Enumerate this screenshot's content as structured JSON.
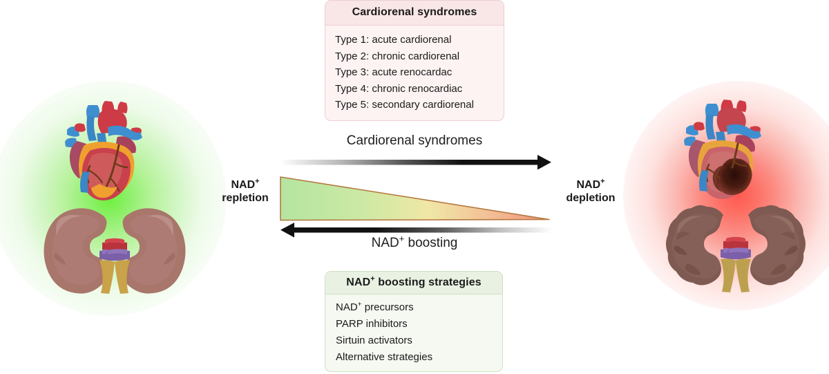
{
  "figure": {
    "title_visible": false,
    "background_color": "#ffffff"
  },
  "syndromes_box": {
    "header": "Cardiorenal syndromes",
    "header_bg": "#f9e6e7",
    "body_bg": "#fdf3f3",
    "border_color": "#eccfd2",
    "items": [
      "Type 1: acute cardiorenal",
      "Type 2: chronic cardiorenal",
      "Type 3: acute renocardac",
      "Type 4: chronic renocardiac",
      "Type 5: secondary cardiorenal"
    ]
  },
  "strategies_box": {
    "header_text": "NAD",
    "header_sup": "+",
    "header_rest": " boosting strategies",
    "header_bg": "#e9f1e3",
    "body_bg": "#f5f9f2",
    "border_color": "#cfe0c6",
    "items": [
      {
        "text": "NAD",
        "sup": "+",
        "rest": " precursors"
      },
      {
        "text": "PARP inhibitors",
        "sup": "",
        "rest": ""
      },
      {
        "text": "Sirtuin activators",
        "sup": "",
        "rest": ""
      },
      {
        "text": "Alternative strategies",
        "sup": "",
        "rest": ""
      }
    ]
  },
  "axis": {
    "top_arrow_label": "Cardiorenal syndromes",
    "bottom_arrow_label_text": "NAD",
    "bottom_arrow_label_sup": "+",
    "bottom_arrow_label_rest": " boosting",
    "top_arrow_direction": "right",
    "bottom_arrow_direction": "left",
    "arrow_color": "#111111",
    "left_label_text": "NAD",
    "left_label_sup": "+",
    "left_label_rest": "repletion",
    "right_label_text": "NAD",
    "right_label_sup": "+",
    "right_label_rest": "depletion"
  },
  "gradient_wedge": {
    "description": "wedge tapering left-to-right",
    "fill_start": "#b8e6a0",
    "fill_mid": "#f2e9a8",
    "fill_end": "#f09a7e",
    "outline": "#b5773f"
  },
  "left_panel": {
    "state": "healthy",
    "glow_color": "#6df03c",
    "organs": [
      "heart",
      "kidney-left",
      "kidney-right"
    ],
    "heart_color": "#c8414c",
    "kidney_color": "#a8766b",
    "ureter_color": "#c9a24a"
  },
  "right_panel": {
    "state": "diseased",
    "glow_color": "#ff5a50",
    "organs": [
      "heart-infarcted",
      "kidney-left-scarred",
      "kidney-right-scarred"
    ],
    "heart_color": "#c8636a",
    "infarct_color": "#3d1510",
    "kidney_color": "#7e5a52",
    "ureter_color": "#bda04f"
  }
}
